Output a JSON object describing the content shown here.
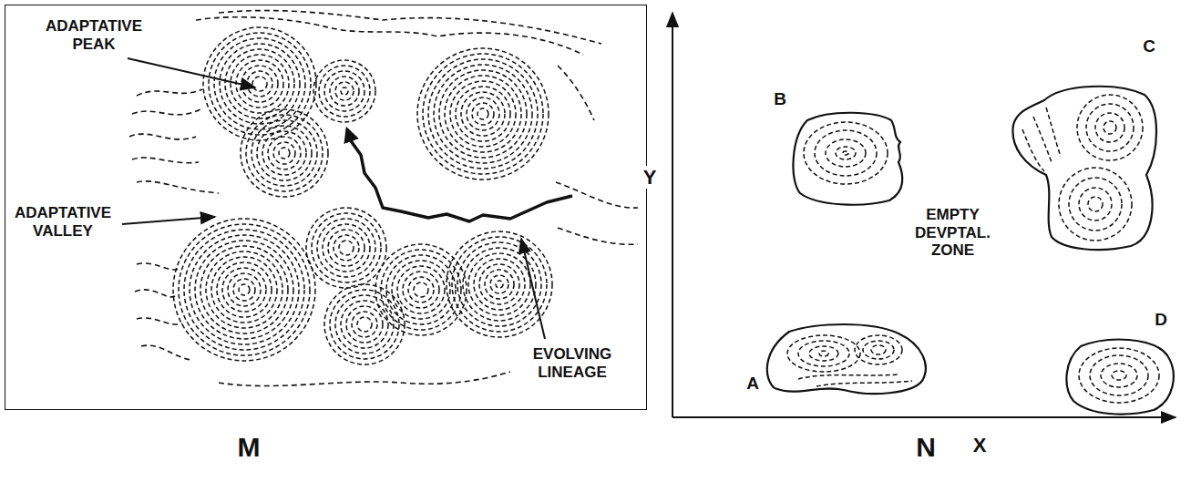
{
  "diagram": {
    "nodes": [
      {
        "text": [
          "ADAPTATIVE PEAK",
          "ADAPTATIVE VALLEY",
          "EVOLVING LINEAGE"
        ]
      },
      {
        "text": [
          "B"
        ]
      },
      {
        "text": [
          "C"
        ]
      },
      {
        "text": [
          "A"
        ]
      },
      {
        "text": [
          "D"
        ]
      }
    ],
    "labels": [
      "M",
      "Y",
      "EMPTY DEVPTAL. ZONE",
      "X",
      "N"
    ]
  }
}
